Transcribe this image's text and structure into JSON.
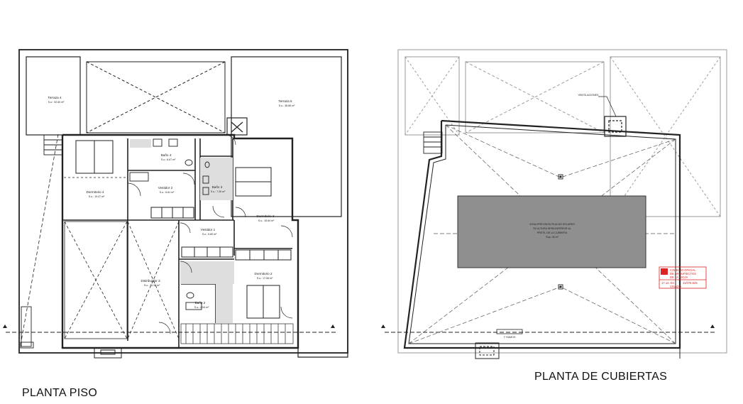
{
  "plans": {
    "floor": {
      "title": "PLANTA PISO",
      "rooms": {
        "terraza4_name": "Terraza 4",
        "terraza4_area": "S.u.: 32.60 m²",
        "terraza5_name": "Terraza 5",
        "terraza5_area": "S.u.: 38.86 m²",
        "bano4_name": "Baño 4",
        "bano4_area": "S.u.: 6.67 m²",
        "vestidor2_name": "Vestidor 2",
        "vestidor2_area": "S.u.: 6.81 m²",
        "bano3_name": "Baño 3",
        "bano3_area": "S.u.: 7.26 m²",
        "dormitorio4_name": "Dormitorio 4",
        "dormitorio4_area": "S.u.: 19.47 m²",
        "dormitorio3_name": "Dormitorio 3",
        "dormitorio3_area": "S.u.: 15.64 m²",
        "vestidor1_name": "Vestidor 1",
        "vestidor1_area": "S.u.: 5.80 m²",
        "distribuidor3_name": "Distribuidor 3",
        "distribuidor3_area": "S.u.: 79.38 m²",
        "dormitorio2_name": "Dormitorio 2",
        "dormitorio2_area": "S.u.: 17.56 m²",
        "bano2_name": "Baño 2",
        "bano2_area": "S.u.: 4.54 m²"
      }
    },
    "roof": {
      "title": "PLANTA DE CUBIERTAS",
      "vent_label": "VENTILACIONES",
      "solar_line1": "ZONA PREVISION PLACAS SOLARES",
      "solar_line2": "SU ALTURA SERA INFERIOR AL",
      "solar_line3": "PRETIL DE LA CUBIERTA",
      "solar_line4": "Sup: 36 m²",
      "smoke_label": "Y HUMOS"
    }
  },
  "stamp": {
    "line1": "COLEGIO OFICIAL",
    "line2": "DE ARQUITECTOS",
    "line3": "DE LA RIOJA",
    "date": "17.12.-03",
    "number": "11/076.625",
    "status": "VISADO"
  },
  "colors": {
    "line": "#222222",
    "light_line": "#9a9a9a",
    "fill_grey": "#d9d9d9",
    "solar_fill": "#8f8f8f",
    "stamp_red": "#dd2222"
  }
}
